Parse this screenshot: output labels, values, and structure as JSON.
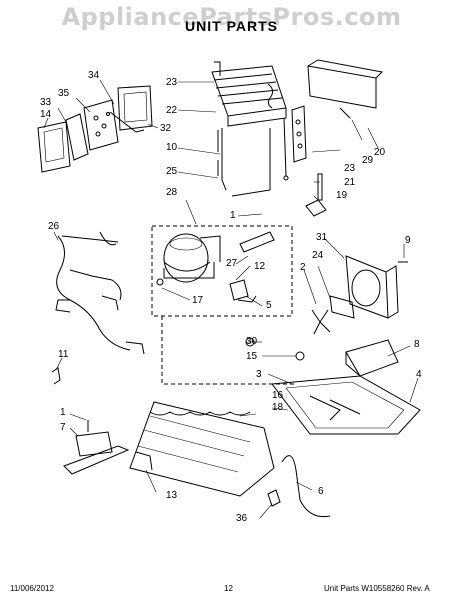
{
  "watermark": "AppliancePartsPros.com",
  "title": "UNIT PARTS",
  "callouts": {
    "c34": "34",
    "c35": "35",
    "c33": "33",
    "c14": "14",
    "c32": "32",
    "c23a": "23",
    "c22": "22",
    "c10": "10",
    "c25": "25",
    "c28": "28",
    "c20": "20",
    "c29": "29",
    "c23b": "23",
    "c21": "21",
    "c19": "19",
    "c26": "26",
    "c1a": "1",
    "c27": "27",
    "c12": "12",
    "c17": "17",
    "c5": "5",
    "c31": "31",
    "c9": "9",
    "c2": "2",
    "c24": "24",
    "c11": "11",
    "c30": "30",
    "c15": "15",
    "c8": "8",
    "c3": "3",
    "c4": "4",
    "c16": "16",
    "c18": "18",
    "c1b": "1",
    "c7": "7",
    "c13": "13",
    "c6": "6",
    "c36": "36"
  },
  "footer": {
    "date": "11/006/2012",
    "page": "12",
    "part_no": "Unit Parts W10558260 Rev. A"
  }
}
